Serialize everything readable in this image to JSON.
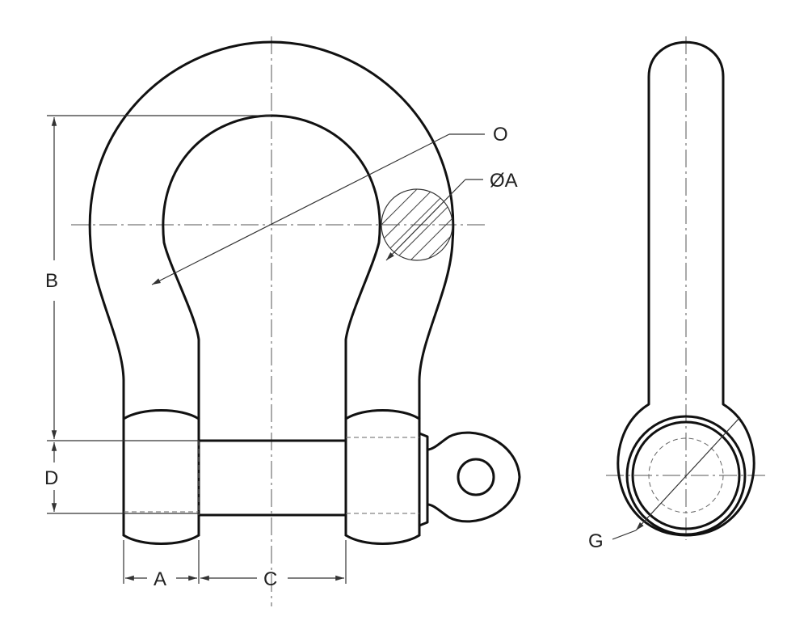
{
  "drawing": {
    "front_view": {
      "dimension_labels": {
        "o": "O",
        "dia_a": "ØA",
        "b": "B",
        "d": "D",
        "a": "A",
        "c": "C"
      }
    },
    "side_view": {
      "dimension_labels": {
        "g": "G"
      }
    },
    "colors": {
      "line": "#111111",
      "background": "#ffffff"
    }
  }
}
